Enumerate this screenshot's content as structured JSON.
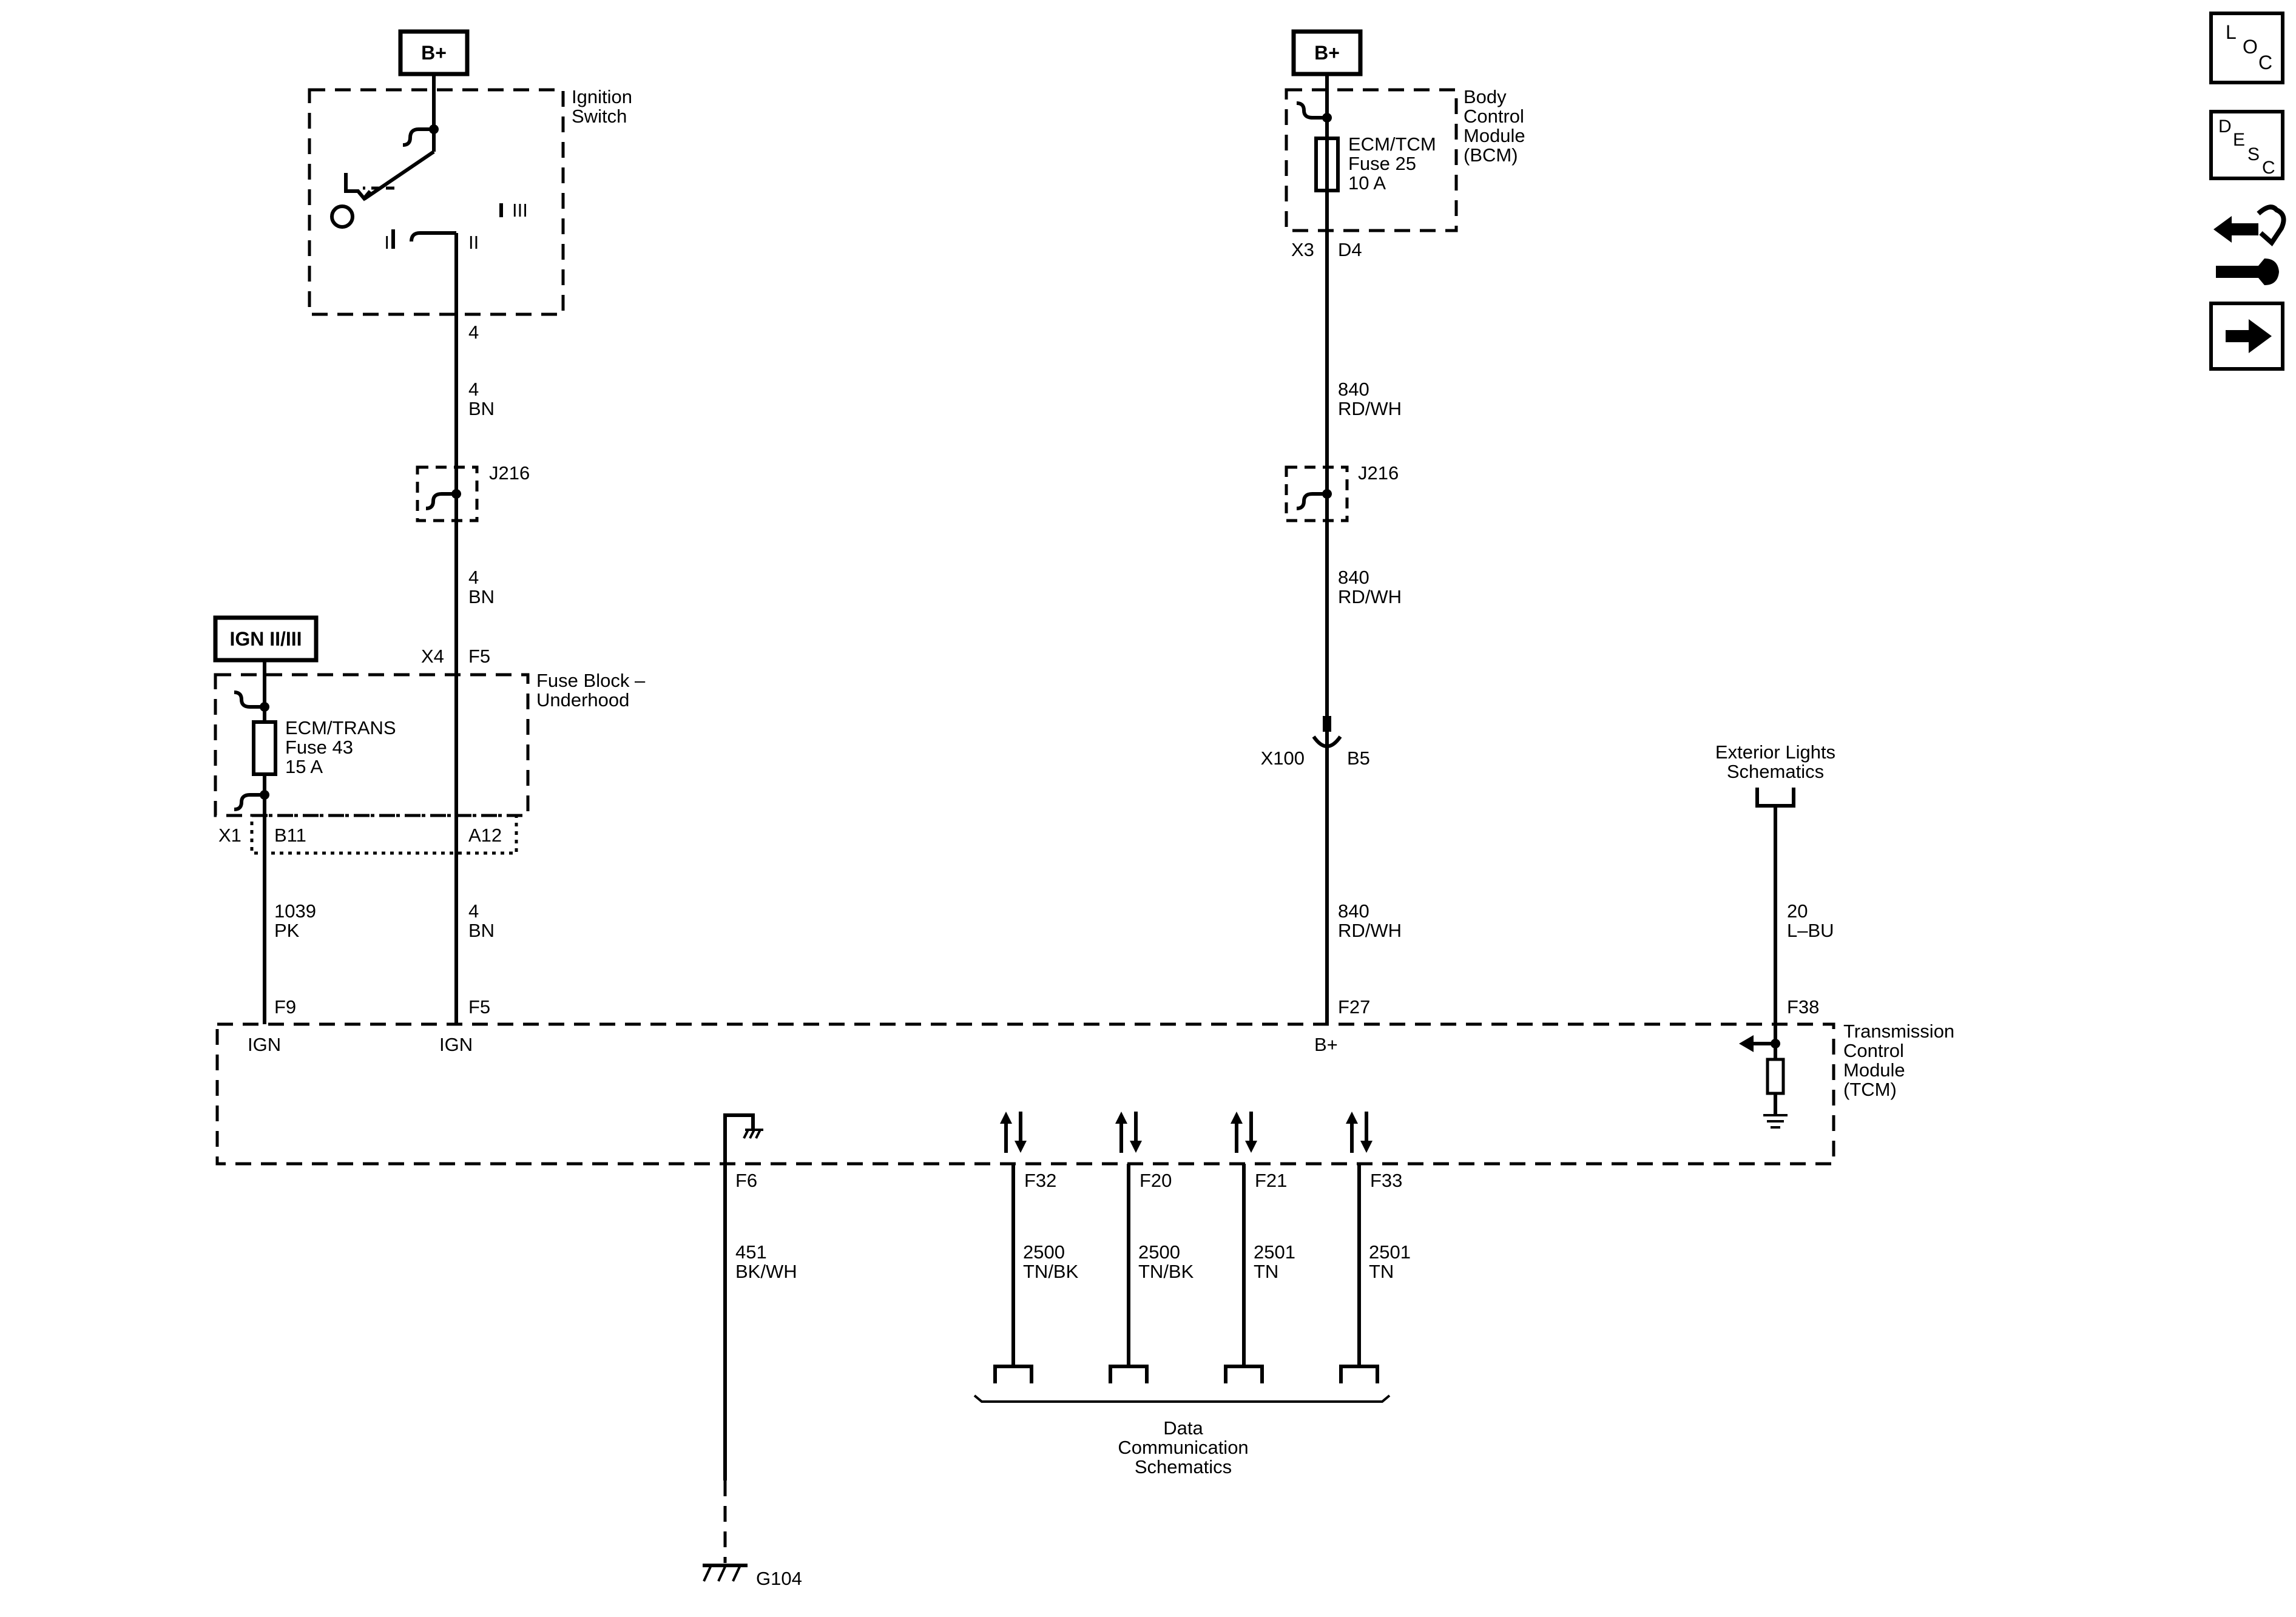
{
  "power": {
    "b_plus_1": "B+",
    "b_plus_2": "B+",
    "ign": "IGN II/III"
  },
  "ignition_switch": {
    "name_1": "Ignition",
    "name_2": "Switch",
    "pos_i": "I",
    "pos_ii": "II",
    "pos_iii": "III",
    "pin": "4"
  },
  "bcm": {
    "name_1": "Body",
    "name_2": "Control",
    "name_3": "Module",
    "name_4": "(BCM)",
    "fuse_1": "ECM/TCM",
    "fuse_2": "Fuse 25",
    "fuse_3": "10 A",
    "conn": "X3",
    "pin": "D4"
  },
  "fuse_block": {
    "name_1": "Fuse Block –",
    "name_2": "Underhood",
    "fuse_1": "ECM/TRANS",
    "fuse_2": "Fuse 43",
    "fuse_3": "15 A",
    "conn_x4": "X4",
    "pin_f5": "F5",
    "conn_x1": "X1",
    "pin_b11": "B11",
    "pin_a12": "A12"
  },
  "wires": {
    "w4_num_a": "4",
    "w4_col_a": "BN",
    "w4_num_b": "4",
    "w4_col_b": "BN",
    "w4_num_c": "4",
    "w4_col_c": "BN",
    "w840_num_a": "840",
    "w840_col_a": "RD/WH",
    "w840_num_b": "840",
    "w840_col_b": "RD/WH",
    "w840_num_c": "840",
    "w840_col_c": "RD/WH",
    "w1039_num": "1039",
    "w1039_col": "PK",
    "w20_num": "20",
    "w20_col": "L–BU",
    "w451_num": "451",
    "w451_col": "BK/WH",
    "w2500a_num": "2500",
    "w2500a_col": "TN/BK",
    "w2500b_num": "2500",
    "w2500b_col": "TN/BK",
    "w2501a_num": "2501",
    "w2501a_col": "TN",
    "w2501b_num": "2501",
    "w2501b_col": "TN"
  },
  "splices": {
    "j216_left": "J216",
    "j216_right": "J216"
  },
  "inline": {
    "x100": "X100",
    "b5": "B5"
  },
  "tcm": {
    "name_1": "Transmission",
    "name_2": "Control",
    "name_3": "Module",
    "name_4": "(TCM)",
    "pin_f9": "F9",
    "lab_f9": "IGN",
    "pin_f5": "F5",
    "lab_f5": "IGN",
    "pin_f27": "F27",
    "lab_f27": "B+",
    "pin_f38": "F38",
    "pin_f6": "F6",
    "pin_f32": "F32",
    "pin_f20": "F20",
    "pin_f21": "F21",
    "pin_f33": "F33"
  },
  "refs": {
    "ext_1": "Exterior Lights",
    "ext_2": "Schematics",
    "data_1": "Data",
    "data_2": "Communication",
    "data_3": "Schematics"
  },
  "ground": {
    "name": "G104"
  },
  "nav": {
    "loc_l": "L",
    "loc_o": "O",
    "loc_c": "C",
    "desc_d": "D",
    "desc_e": "E",
    "desc_s": "S",
    "desc_c": "C"
  }
}
